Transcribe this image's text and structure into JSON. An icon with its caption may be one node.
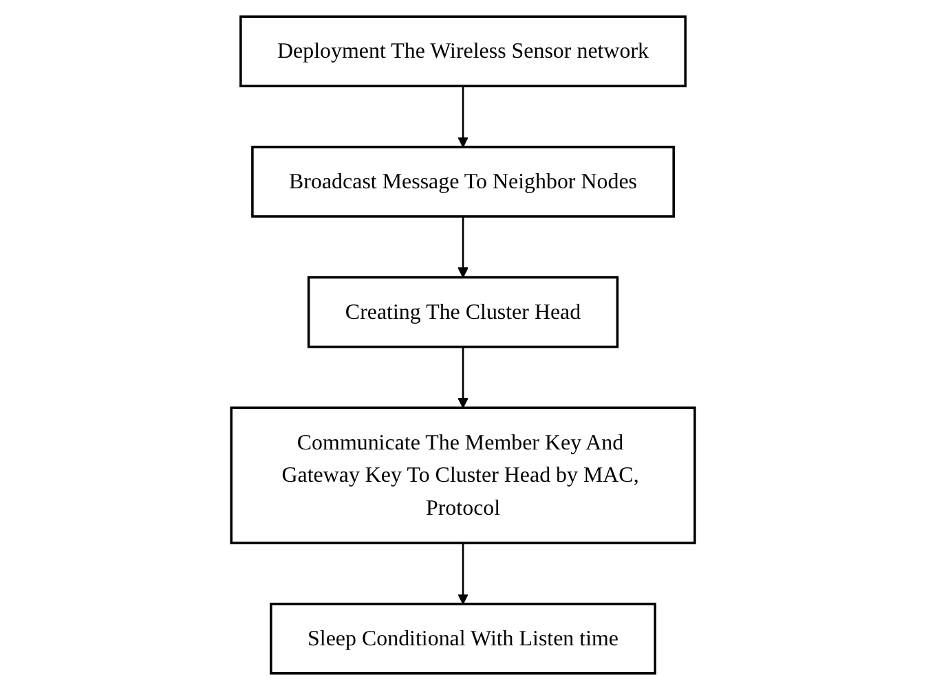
{
  "diagram": {
    "nodes": [
      {
        "text": [
          "Deployment The Wireless Sensor network"
        ]
      },
      {
        "text": [
          "Broadcast Message To Neighbor Nodes"
        ]
      },
      {
        "text": [
          "Creating The Cluster Head"
        ]
      },
      {
        "text": [
          "Communicate The Member Key And Gateway Key To Cluster Head by MAC, Protocol"
        ]
      },
      {
        "text": [
          "Sleep Conditional With Listen time"
        ]
      }
    ],
    "edges": [
      {
        "from": 0,
        "to": 1,
        "arrow": "to"
      },
      {
        "from": 1,
        "to": 2,
        "arrow": "to"
      },
      {
        "from": 2,
        "to": 3,
        "arrow": "to"
      },
      {
        "from": 3,
        "to": 4,
        "arrow": "to"
      }
    ]
  }
}
